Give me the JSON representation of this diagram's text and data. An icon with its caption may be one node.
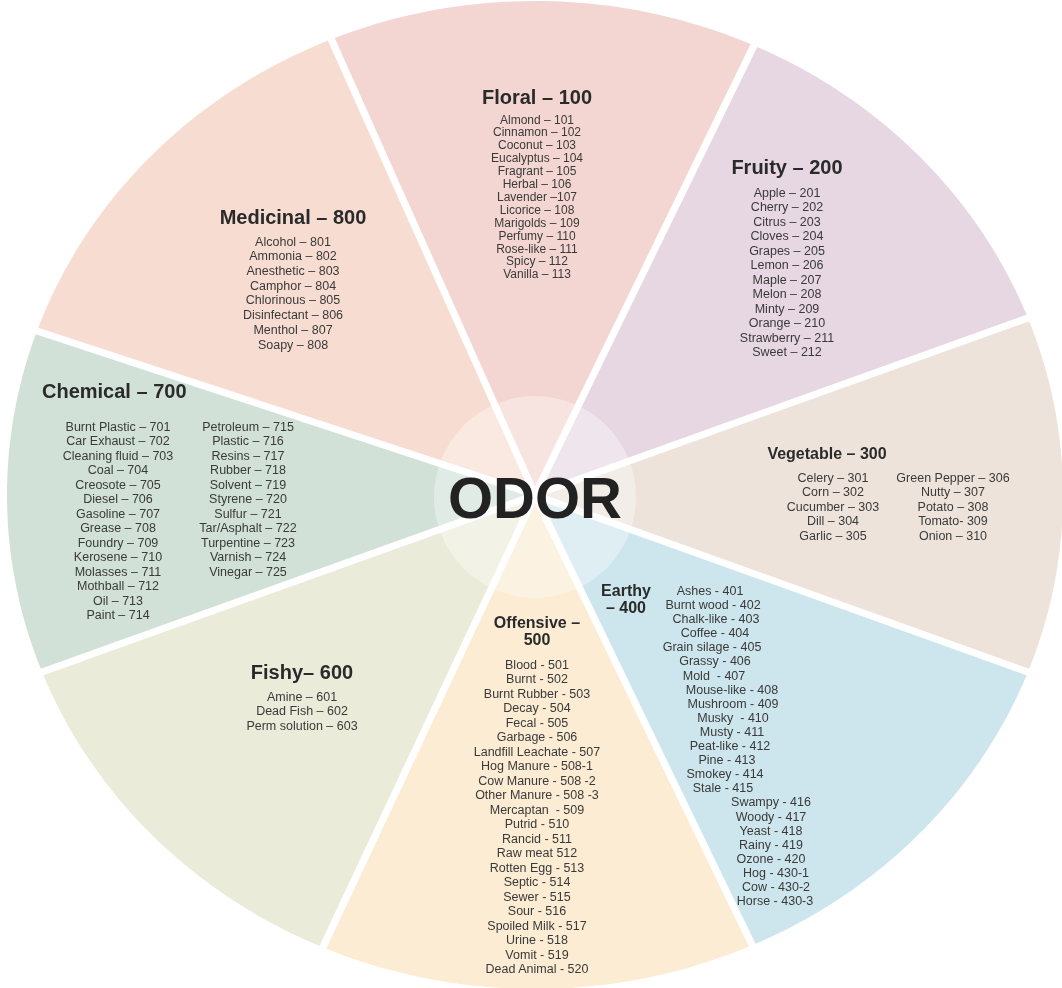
{
  "diagram": {
    "nodes": [
      {
        "text": [
          "Floral – 100",
          "Almond – 101",
          "Cinnamon – 102",
          "Coconut – 103",
          "Eucalyptus – 104",
          "Fragrant – 105",
          "Herbal – 106",
          "Lavender –107",
          "Licorice – 108",
          "Marigolds – 109",
          "Perfumy – 110",
          "Rose-like – 111",
          "Spicy – 112",
          "Vanilla – 113"
        ]
      },
      {
        "text": [
          "Fruity – 200",
          "Apple – 201",
          "Cherry – 202",
          "Citrus – 203",
          "Cloves – 204",
          "Grapes – 205",
          "Lemon – 206",
          "Maple – 207",
          "Melon – 208",
          "Minty – 209",
          "Orange – 210",
          "Strawberry – 211",
          "Sweet – 212"
        ]
      },
      {
        "text": [
          "Vegetable – 300",
          "Celery – 301",
          "Corn – 302",
          "Cucumber – 303",
          "Dill – 304",
          "Garlic – 305",
          "Green Pepper – 306",
          "Nutty – 307",
          "Potato – 308",
          "Tomato- 309",
          "Onion – 310"
        ]
      },
      {
        "text": [
          "Earthy – 400",
          "Ashes - 401",
          "Burnt wood - 402",
          "Chalk-like - 403",
          "Coffee - 404",
          "Grain silage - 405",
          "Grassy - 406",
          "Mold  - 407",
          "Mouse-like - 408",
          "Mushroom - 409",
          "Musky  - 410",
          "Musty - 411",
          "Peat-like - 412",
          "Pine - 413",
          "Smokey - 414",
          "Stale - 415",
          "Swampy - 416",
          "Woody - 417",
          "Yeast - 418",
          "Rainy - 419",
          "Ozone - 420",
          "Hog - 430-1",
          "Cow - 430-2",
          "Horse - 430-3"
        ]
      },
      {
        "text": [
          "Offensive – 500",
          "Blood - 501",
          "Burnt - 502",
          "Burnt Rubber - 503",
          "Decay - 504",
          "Fecal - 505",
          "Garbage - 506",
          "Landfill Leachate - 507",
          "Hog Manure - 508-1",
          "Cow Manure - 508 -2",
          "Other Manure - 508 -3",
          "Mercaptan  - 509",
          "Putrid - 510",
          "Rancid - 511",
          "Raw meat 512",
          "Rotten Egg - 513",
          "Septic - 514",
          "Sewer - 515",
          "Sour - 516",
          "Spoiled Milk - 517",
          "Urine - 518",
          "Vomit - 519",
          "Dead Animal - 520"
        ]
      },
      {
        "text": [
          "Fishy– 600",
          "Amine – 601",
          "Dead Fish – 602",
          "Perm solution – 603"
        ]
      },
      {
        "text": [
          "Chemical – 700",
          "Burnt Plastic – 701",
          "Car Exhaust – 702",
          "Cleaning fluid – 703",
          "Coal – 704",
          "Creosote – 705",
          "Diesel – 706",
          "Gasoline – 707",
          "Grease – 708",
          "Foundry – 709",
          "Kerosene – 710",
          "Molasses – 711",
          "Mothball – 712",
          "Oil – 713",
          "Paint – 714",
          "Petroleum – 715",
          "Plastic – 716",
          "Resins – 717",
          "Rubber – 718",
          "Solvent – 719",
          "Styrene – 720",
          "Sulfur – 721",
          "Tar/Asphalt – 722",
          "Turpentine – 723",
          "Varnish – 724",
          "Vinegar – 725"
        ]
      },
      {
        "text": [
          "Medicinal – 800",
          "Alcohol – 801",
          "Ammonia – 802",
          "Anesthetic – 803",
          "Camphor – 804",
          "Chlorinous – 805",
          "Disinfectant – 806",
          "Menthol – 807",
          "Soapy – 808"
        ]
      },
      {
        "text": [
          "ODOR"
        ]
      }
    ]
  }
}
